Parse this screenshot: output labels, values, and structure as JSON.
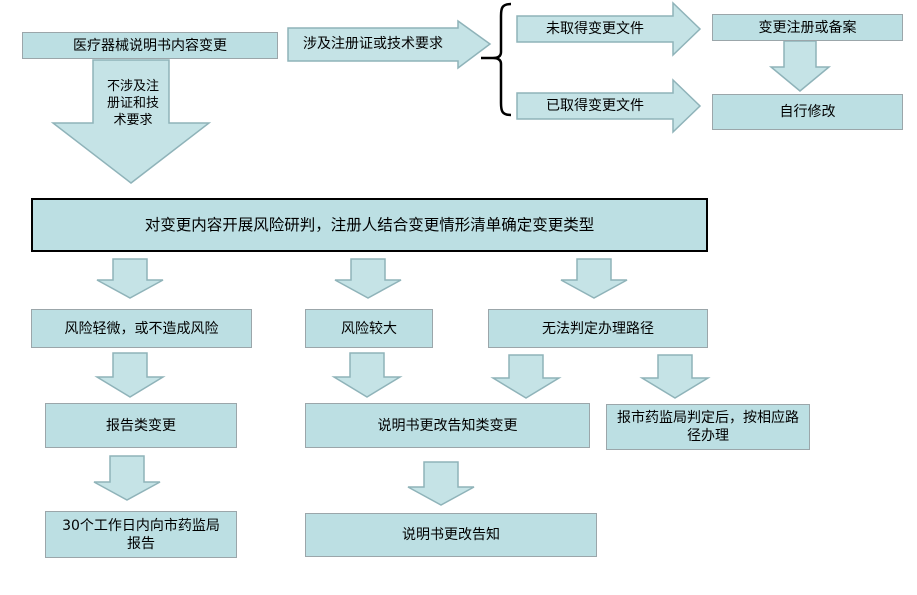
{
  "colors": {
    "canvas_bg": "#ffffff",
    "box_fill": "#bcdfe3",
    "box_border": "#9ba6aa",
    "arrow_fill": "#c5e3e6",
    "arrow_border": "#8fb3b9",
    "main_border": "#000000",
    "brace": "#000000",
    "text": "#000000"
  },
  "nodes": {
    "start": "医疗器械说明书内容变更",
    "involves_reg": "涉及注册证或技术要求",
    "not_involves_reg": "不涉及注\n册证和技\n术要求",
    "no_change_file": "未取得变更文件",
    "change_registration": "变更注册或备案",
    "has_change_file": "已取得变更文件",
    "self_modify": "自行修改",
    "risk_assessment": "对变更内容开展风险研判，注册人结合变更情形清单确定变更类型",
    "risk_minor": "风险轻微，或不造成风险",
    "risk_major": "风险较大",
    "risk_undetermined": "无法判定办理路径",
    "report_change": "报告类变更",
    "notice_change": "说明书更改告知类变更",
    "bureau_determine": "报市药监局判定后，按相应路\n径办理",
    "report_30days": "30个工作日内向市药监局\n报告",
    "change_notice": "说明书更改告知"
  }
}
